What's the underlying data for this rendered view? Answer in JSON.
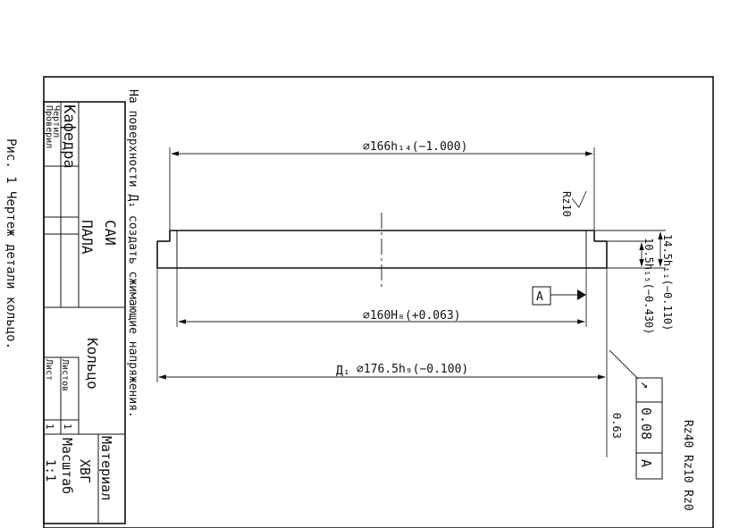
{
  "caption": "Рис. 1 Чертеж детали кольцо.",
  "note": "На поверхности Д₁ создать сжимающие напряжения.",
  "dimensions": {
    "outer_diameter": "⌀166h₁₄(−1.000)",
    "inner_diameter": "⌀160H₈(+0.063)",
    "flange_diameter_label": "Д₁",
    "flange_diameter": "⌀176.5h₉(−0.100)",
    "total_height": "14.5h₁₁(−0.110)",
    "body_height": "10.5h₁₅(−0.430)",
    "roughness_top": "Rz10",
    "tolerance_value": "0.63",
    "datum": "A"
  },
  "tolerance_frame": {
    "symbol": "↗",
    "value": "0.08",
    "datum": "A"
  },
  "roughness_note": "Rz40 Rz10 Rz0",
  "title_block": {
    "department": "Кафедра",
    "drawn": "Чертил",
    "checked": "Проверил",
    "group": "САИ",
    "student": "ПАЛА",
    "part_name": "Кольцо",
    "sheets": "Листов",
    "sheet": "Лист",
    "sheets_value": "1",
    "sheet_value": "1",
    "material": "Материал",
    "material_value": "ХВГ",
    "scale": "Масштаб",
    "scale_value": "1:1"
  }
}
